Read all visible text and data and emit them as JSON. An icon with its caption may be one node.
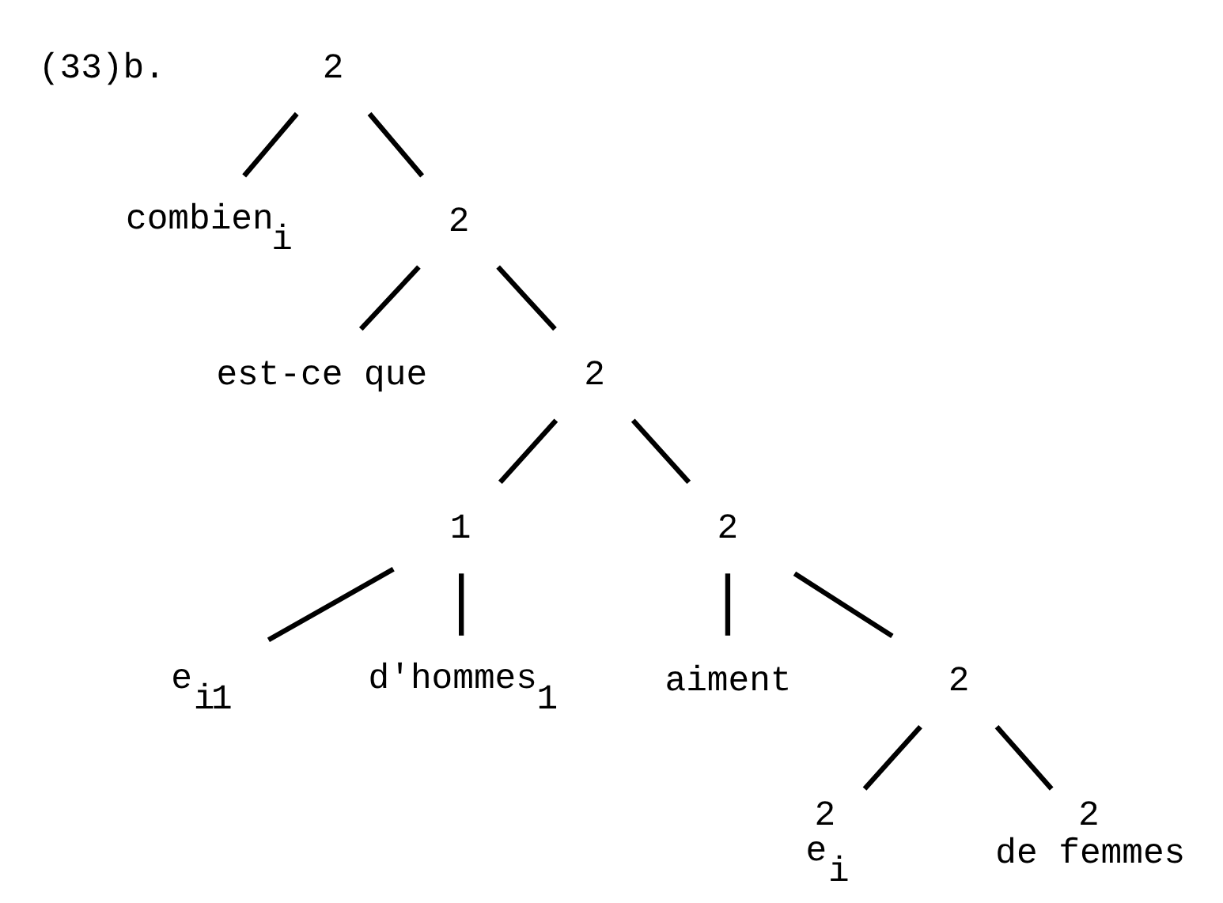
{
  "diagram": {
    "nodes": [
      {
        "text": [
          "2"
        ]
      },
      {
        "text": [
          "combien$_{i}$"
        ]
      },
      {
        "text": [
          "2"
        ]
      },
      {
        "text": [
          "est-ce que"
        ]
      },
      {
        "text": [
          "2"
        ]
      },
      {
        "text": [
          "1"
        ]
      },
      {
        "text": [
          "e$_{i}$$_{1}$"
        ]
      },
      {
        "text": [
          "d'hommes$_{1}$"
        ]
      },
      {
        "text": [
          "2"
        ]
      },
      {
        "text": [
          "aiment"
        ]
      },
      {
        "text": [
          "2"
        ]
      },
      {
        "text": [
          "2",
          "e$_{i}$"
        ]
      },
      {
        "text": [
          "2",
          "de femmes"
        ]
      }
    ],
    "edges": [
      {
        "from": 0,
        "to": 1,
        "arrow": "none"
      },
      {
        "from": 0,
        "to": 2,
        "arrow": "none"
      },
      {
        "from": 2,
        "to": 3,
        "arrow": "none"
      },
      {
        "from": 2,
        "to": 4,
        "arrow": "none"
      },
      {
        "from": 4,
        "to": 5,
        "arrow": "none"
      },
      {
        "from": 4,
        "to": 8,
        "arrow": "none"
      },
      {
        "from": 5,
        "to": 6,
        "arrow": "none"
      },
      {
        "from": 5,
        "to": 7,
        "arrow": "none"
      },
      {
        "from": 8,
        "to": 9,
        "arrow": "none"
      },
      {
        "from": 8,
        "to": 10,
        "arrow": "none"
      },
      {
        "from": 10,
        "to": 11,
        "arrow": "none"
      },
      {
        "from": 10,
        "to": 12,
        "arrow": "none"
      }
    ],
    "labels": [
      "(33)b."
    ]
  }
}
